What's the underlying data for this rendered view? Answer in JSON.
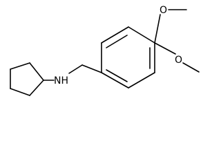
{
  "molecule": {
    "labels": {
      "amine": "NH",
      "oxygen_top": "O",
      "oxygen_right": "O"
    },
    "colors": {
      "bond": "#000000",
      "background": "#ffffff"
    }
  }
}
